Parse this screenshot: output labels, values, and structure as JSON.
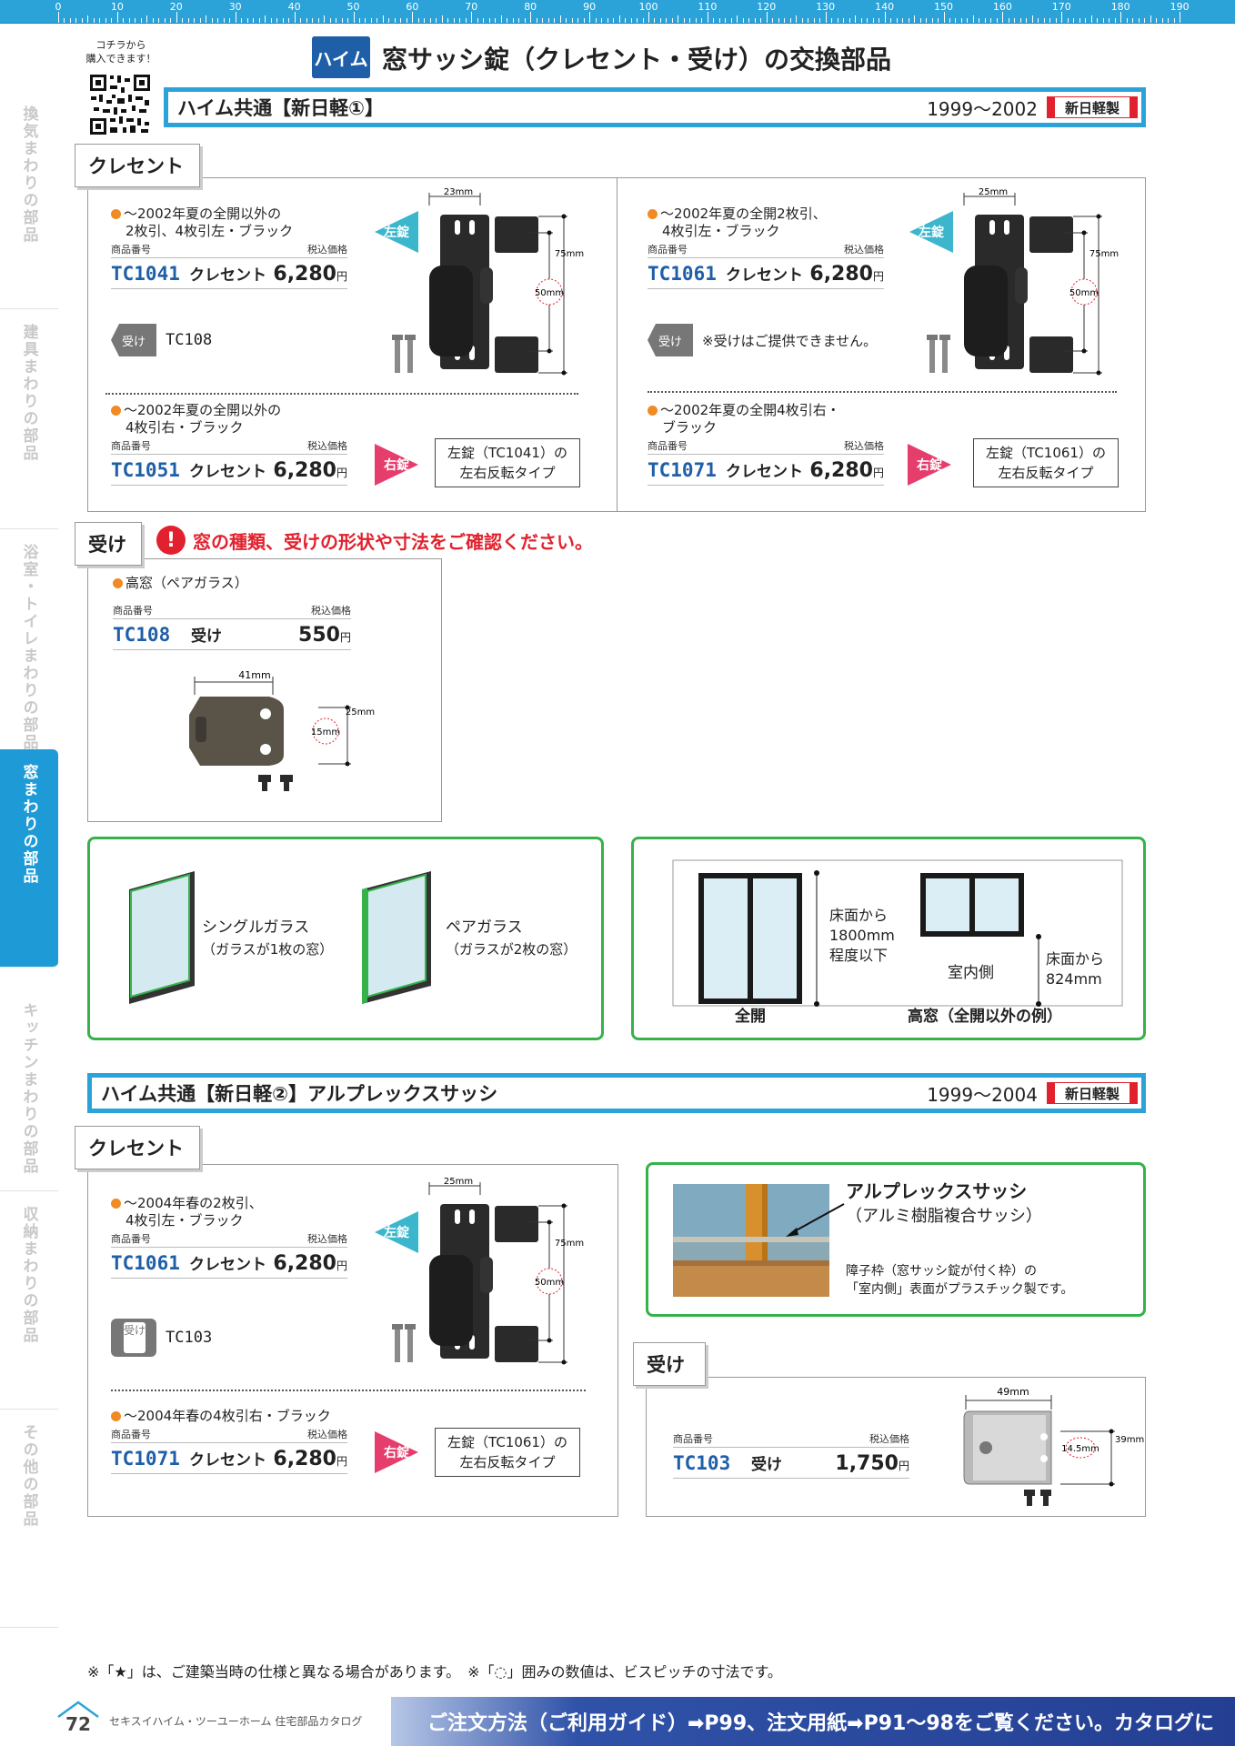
{
  "ruler": {
    "labels": [
      "0",
      "10",
      "20",
      "30",
      "40",
      "50",
      "60",
      "70",
      "80",
      "90",
      "100",
      "110",
      "120",
      "130",
      "140",
      "150",
      "160",
      "170",
      "180",
      "190"
    ]
  },
  "sidenav": [
    {
      "label": "換気まわりの部品",
      "active": false
    },
    {
      "label": "建具まわりの部品",
      "active": false
    },
    {
      "label": "浴室・トイレまわりの部品",
      "active": false
    },
    {
      "label": "窓まわりの部品",
      "active": true
    },
    {
      "label": "キッチンまわりの部品",
      "active": false
    },
    {
      "label": "収納まわりの部品",
      "active": false
    },
    {
      "label": "その他の部品",
      "active": false
    }
  ],
  "qr": {
    "label1": "コチラから",
    "label2": "購入できます！"
  },
  "header": {
    "badge": "ハイム",
    "title": "窓サッシ錠（クレセント・受け）の交換部品"
  },
  "section1": {
    "band": {
      "title": "ハイム共通【新日軽①】",
      "years": "1999〜2002",
      "maker": "新日軽製"
    },
    "crescent_tab": "クレセント",
    "labels": {
      "code": "商品番号",
      "price": "税込価格",
      "yen": "円",
      "left": "左錠",
      "right": "右錠",
      "receiver": "受け"
    },
    "items": [
      {
        "desc1": "〜2002年夏の全開以外の",
        "desc2": "2枚引、4枚引左・ブラック",
        "code": "TC1041",
        "name": "クレセント",
        "price": "6,280",
        "receiver": "TC108"
      },
      {
        "desc1": "〜2002年夏の全開2枚引、",
        "desc2": "4枚引左・ブラック",
        "code": "TC1061",
        "name": "クレセント",
        "price": "6,280",
        "receiver": "※受けはご提供できません。"
      },
      {
        "desc1": "〜2002年夏の全開以外の",
        "desc2": "4枚引右・ブラック",
        "code": "TC1051",
        "name": "クレセント",
        "price": "6,280",
        "rev1": "左錠（TC1041）の",
        "rev2": "左右反転タイプ"
      },
      {
        "desc1": "〜2002年夏の全開4枚引右・",
        "desc2": "ブラック",
        "code": "TC1071",
        "name": "クレセント",
        "price": "6,280",
        "rev1": "左錠（TC1061）の",
        "rev2": "左右反転タイプ"
      }
    ],
    "dims": {
      "w23": "23mm",
      "w25": "25mm",
      "h75": "75mm",
      "p50": "50mm"
    },
    "uke_tab": "受け",
    "warning": "窓の種類、受けの形状や寸法をご確認ください。",
    "uke": {
      "desc": "高窓（ペアガラス）",
      "code": "TC108",
      "name": "受け",
      "price": "550",
      "w": "41mm",
      "h": "25mm",
      "p": "15mm"
    },
    "glass": {
      "single": "シングルガラス",
      "single_sub": "（ガラスが1枚の窓）",
      "pair": "ペアガラス",
      "pair_sub": "（ガラスが2枚の窓）"
    },
    "window": {
      "floor1a": "床面から",
      "floor1b": "1800mm",
      "floor1c": "程度以下",
      "indoor": "室内側",
      "floor2a": "床面から",
      "floor2b": "824mm",
      "full": "全開",
      "high": "高窓（全開以外の例）"
    }
  },
  "section2": {
    "band": {
      "title": "ハイム共通【新日軽②】アルプレックスサッシ",
      "years": "1999〜2004",
      "maker": "新日軽製"
    },
    "crescent_tab": "クレセント",
    "items": [
      {
        "desc1": "〜2004年春の2枚引、",
        "desc2": "4枚引左・ブラック",
        "code": "TC1061",
        "name": "クレセント",
        "price": "6,280",
        "receiver": "TC103"
      },
      {
        "desc1": "〜2004年春の4枚引右・ブラック",
        "code": "TC1071",
        "name": "クレセント",
        "price": "6,280",
        "rev1": "左錠（TC1061）の",
        "rev2": "左右反転タイプ"
      }
    ],
    "dims": {
      "w25": "25mm",
      "h75": "75mm",
      "p50": "50mm"
    },
    "alplex": {
      "title": "アルプレックスサッシ",
      "sub": "（アルミ樹脂複合サッシ）",
      "note1": "障子枠（窓サッシ錠が付く枠）の",
      "note2": "「室内側」表面がプラスチック製です。"
    },
    "uke_tab": "受け",
    "uke": {
      "code": "TC103",
      "name": "受け",
      "price": "1,750",
      "w": "49mm",
      "h": "39mm",
      "p": "14.5mm"
    },
    "uke_badge": "受け"
  },
  "footer": {
    "note": "※「★」は、ご建築当時の仕様と異なる場合があります。　※「◌」囲みの数値は、ビスピッチの寸法です。",
    "page": "72",
    "catalog": "セキスイハイム・ツーユーホーム 住宅部品カタログ",
    "bar": "ご注文方法（ご利用ガイド）➡P99、注文用紙➡P91〜98をご覧ください。カタログに"
  }
}
